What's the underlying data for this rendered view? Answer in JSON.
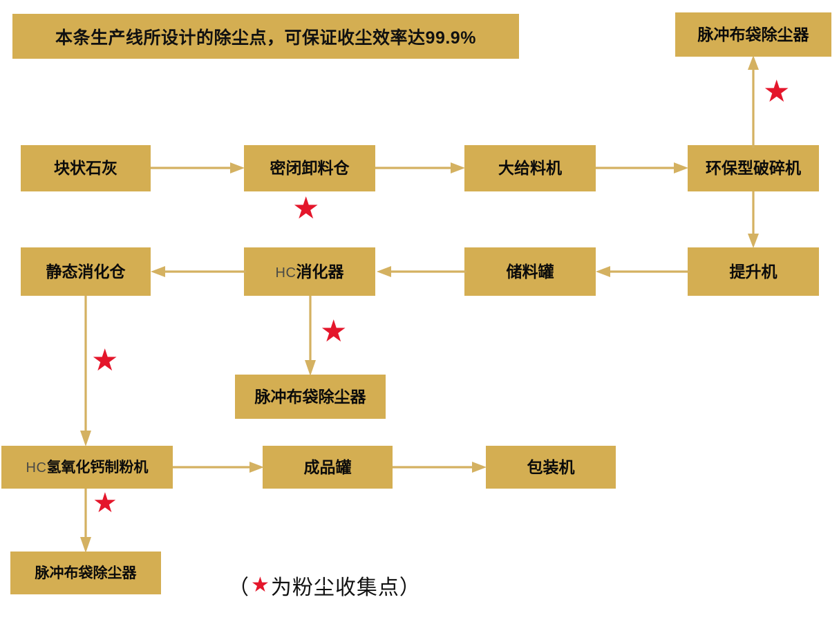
{
  "diagram": {
    "title_banner": {
      "text": "本条生产线所设计的除尘点，可保证收尘效率达99.9%"
    },
    "legend": {
      "open_paren": "（",
      "star_glyph": "★",
      "text": "为粉尘收集点",
      "close_paren": "）"
    },
    "colors": {
      "node_fill": "#D4AE52",
      "connector": "#D4B161",
      "star": "#E4162B",
      "text": "#0b0b0b",
      "background": "#FFFFFF"
    },
    "nodes": [
      {
        "id": "dust-collector-top-right",
        "label": "脉冲布袋除尘器",
        "prefix": ""
      },
      {
        "id": "lump-lime",
        "label": "块状石灰",
        "prefix": ""
      },
      {
        "id": "sealed-discharge-bin",
        "label": "密闭卸料仓",
        "prefix": ""
      },
      {
        "id": "large-feeder",
        "label": "大给料机",
        "prefix": ""
      },
      {
        "id": "eco-crusher",
        "label": "环保型破碎机",
        "prefix": ""
      },
      {
        "id": "static-digestion-bin",
        "label": "静态消化仓",
        "prefix": ""
      },
      {
        "id": "hc-digester",
        "label": "消化器",
        "prefix": "HC"
      },
      {
        "id": "storage-tank",
        "label": "储料罐",
        "prefix": ""
      },
      {
        "id": "elevator",
        "label": "提升机",
        "prefix": ""
      },
      {
        "id": "dust-collector-middle",
        "label": "脉冲布袋除尘器",
        "prefix": ""
      },
      {
        "id": "hc-hydrated-lime-mill",
        "label": "氢氧化钙制粉机",
        "prefix": "HC"
      },
      {
        "id": "finished-product-tank",
        "label": "成品罐",
        "prefix": ""
      },
      {
        "id": "packing-machine",
        "label": "包装机",
        "prefix": ""
      },
      {
        "id": "dust-collector-bottom",
        "label": "脉冲布袋除尘器",
        "prefix": ""
      }
    ],
    "stars": [
      {
        "id": "star-eco-crusher",
        "note": "粉尘收集点"
      },
      {
        "id": "star-sealed-bin",
        "note": "粉尘收集点"
      },
      {
        "id": "star-hc-digester",
        "note": "粉尘收集点"
      },
      {
        "id": "star-static-bin",
        "note": "粉尘收集点"
      },
      {
        "id": "star-hc-mill",
        "note": "粉尘收集点"
      }
    ]
  }
}
